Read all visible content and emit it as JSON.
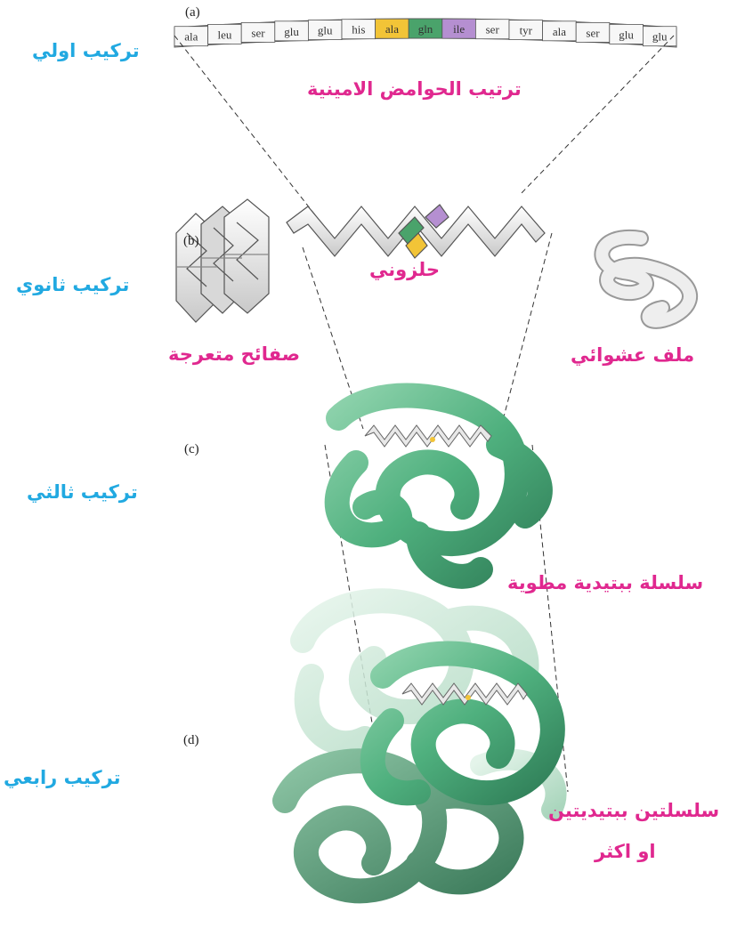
{
  "levels": {
    "primary": {
      "letter": "(a)",
      "label": "تركيب اولي"
    },
    "secondary": {
      "letter": "(b)",
      "label": "تركيب ثانوي"
    },
    "tertiary": {
      "letter": "(c)",
      "label": "تركيب ثالثي"
    },
    "quaternary": {
      "letter": "(d)",
      "label": "تركيب رابعي"
    }
  },
  "labels": {
    "sequence": "ترتيب الحوامض الامينية",
    "helix": "حلزوني",
    "sheet": "صفائح متعرجة",
    "coil": "ملف عشوائي",
    "folded": "سلسلة ببتيدية مطوية",
    "multi_line1": "سلسلتين ببتيديتين",
    "multi_line2": "او اكثر"
  },
  "amino_acids": [
    "ala",
    "leu",
    "ser",
    "glu",
    "glu",
    "his",
    "ala",
    "gln",
    "ile",
    "ser",
    "tyr",
    "ala",
    "ser",
    "glu",
    "glu"
  ],
  "colors": {
    "level_label": "#21a9e1",
    "pink_label": "#e0288f",
    "ala_highlight": "#f2c437",
    "gln_highlight": "#4aa36b",
    "ile_highlight": "#b58fd1",
    "protein_green": "#4fb07e",
    "protein_light": "#bfe3cf",
    "protein_dark": "#2f6e50"
  }
}
